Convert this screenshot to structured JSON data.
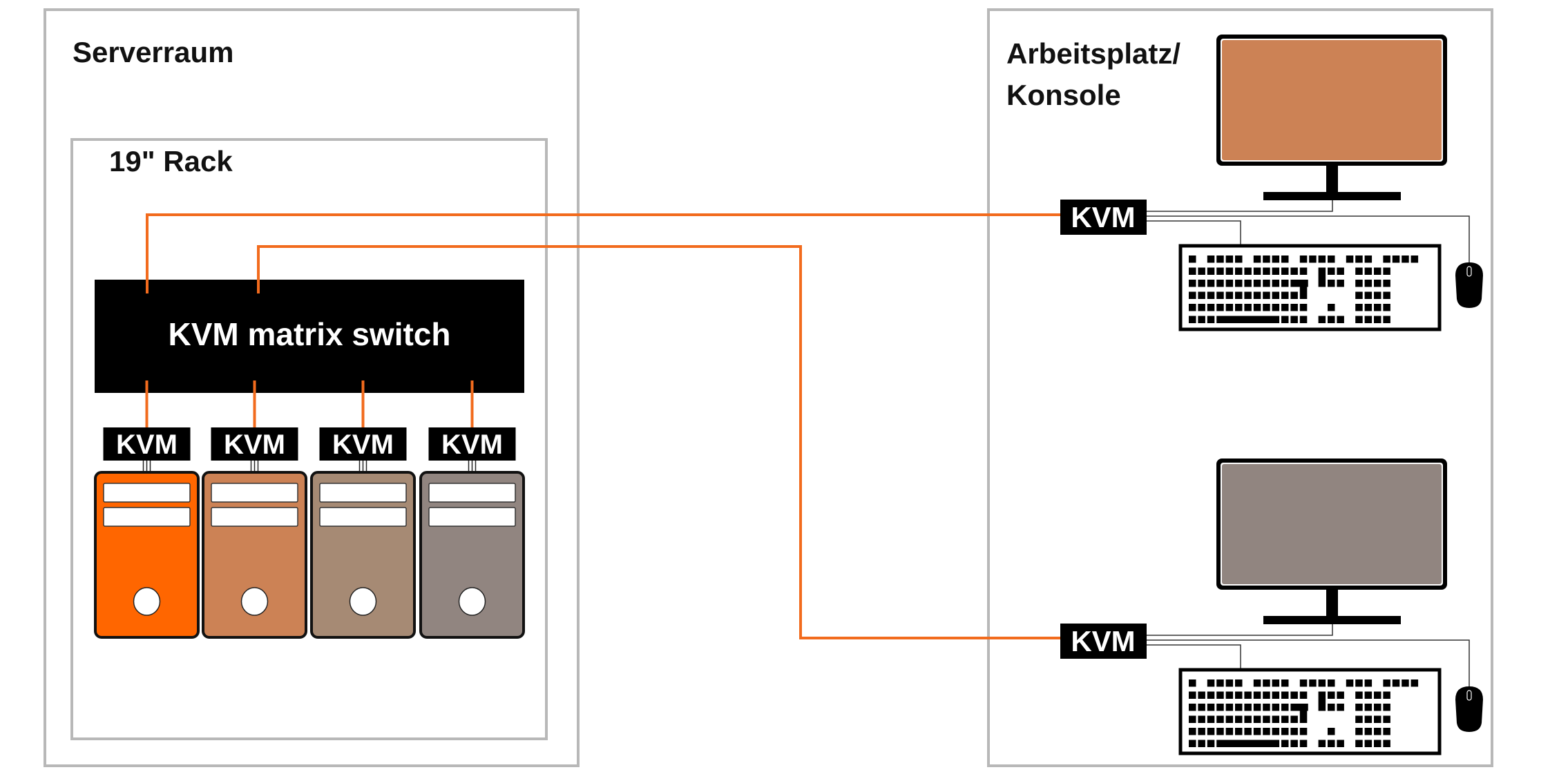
{
  "colors": {
    "cable_orange": "#F26B1D",
    "frame_gray": "#B8B8B8",
    "server_1": "#FF6600",
    "server_2": "#CC8255",
    "server_3": "#A68A74",
    "server_4": "#918580",
    "monitor_1": "#CC8255",
    "monitor_2": "#918580",
    "device_black": "#000000"
  },
  "server_room": {
    "title": "Serverraum",
    "rack": {
      "title": "19\" Rack",
      "switch_label": "KVM matrix switch",
      "servers": [
        {
          "kvm_label": "KVM",
          "color_key": "server_1"
        },
        {
          "kvm_label": "KVM",
          "color_key": "server_2"
        },
        {
          "kvm_label": "KVM",
          "color_key": "server_3"
        },
        {
          "kvm_label": "KVM",
          "color_key": "server_4"
        }
      ]
    }
  },
  "workstation": {
    "title_line1": "Arbeitsplatz/",
    "title_line2": "Konsole",
    "consoles": [
      {
        "kvm_label": "KVM",
        "monitor_color_key": "monitor_1"
      },
      {
        "kvm_label": "KVM",
        "monitor_color_key": "monitor_2"
      }
    ]
  }
}
